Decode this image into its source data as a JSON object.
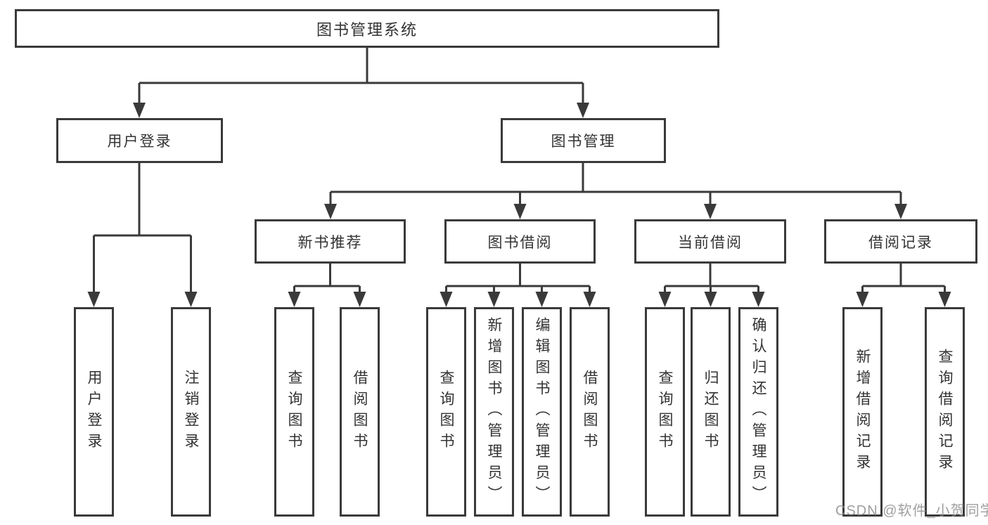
{
  "diagram": {
    "title": "图书管理系统",
    "branches": [
      {
        "label": "用户登录",
        "children": [
          {
            "label": "用户登录"
          },
          {
            "label": "注销登录"
          }
        ]
      },
      {
        "label": "图书管理",
        "children": [
          {
            "label": "新书推荐",
            "children": [
              {
                "label": "查询图书"
              },
              {
                "label": "借阅图书"
              }
            ]
          },
          {
            "label": "图书借阅",
            "children": [
              {
                "label": "查询图书"
              },
              {
                "label": "新增图书（管理员）"
              },
              {
                "label": "编辑图书（管理员）"
              },
              {
                "label": "借阅图书"
              }
            ]
          },
          {
            "label": "当前借阅",
            "children": [
              {
                "label": "查询图书"
              },
              {
                "label": "归还图书"
              },
              {
                "label": "确认归还（管理员）"
              }
            ]
          },
          {
            "label": "借阅记录",
            "children": [
              {
                "label": "新增借阅记录"
              },
              {
                "label": "查询借阅记录"
              }
            ]
          }
        ]
      }
    ]
  },
  "watermark": {
    "text": "CSDN @软件_小贺同学"
  },
  "colors": {
    "line": "#3a3a3a",
    "text": "#333333",
    "background": "#ffffff",
    "watermark": "#8f8f8f"
  }
}
